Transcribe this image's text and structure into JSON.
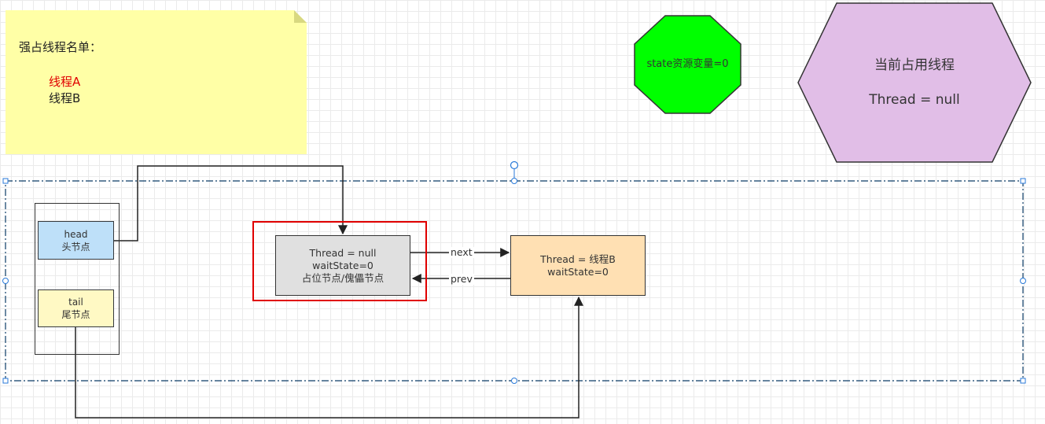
{
  "note": {
    "title": "强占线程名单：",
    "items": [
      "线程A",
      "线程B"
    ],
    "highlight_color": "#e00000",
    "background": "#ffffa6"
  },
  "state": {
    "label": "state资源变量=0",
    "fill": "#00ff00"
  },
  "current_thread": {
    "title": "当前占用线程",
    "value": "Thread = null",
    "fill": "#e1bee7"
  },
  "queue": {
    "head": {
      "name": "head",
      "desc": "头节点",
      "fill": "#bee0f9"
    },
    "tail": {
      "name": "tail",
      "desc": "尾节点",
      "fill": "#fff9c4"
    },
    "dummy_node": {
      "thread": "Thread = null",
      "wait_state": "waitState=0",
      "desc": "占位节点/傀儡节点",
      "fill": "#e0e0e0",
      "frame_color": "#e00000"
    },
    "node_b": {
      "thread": "Thread = 线程B",
      "wait_state": "waitState=0",
      "fill": "#ffe0b3"
    },
    "edges": {
      "next": "next",
      "prev": "prev"
    }
  }
}
